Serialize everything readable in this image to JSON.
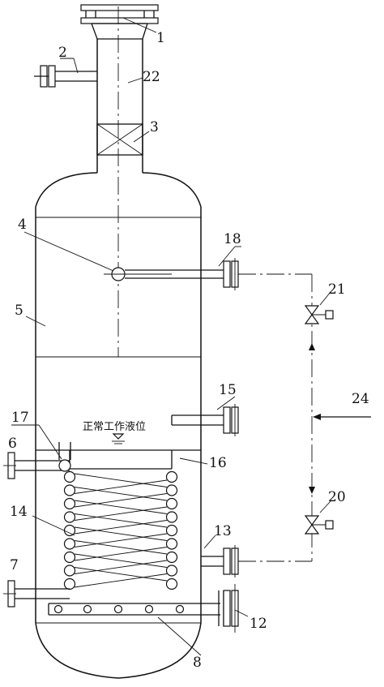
{
  "labels": {
    "l1": "1",
    "l2": "2",
    "l3": "3",
    "l4": "4",
    "l5": "5",
    "l6": "6",
    "l7": "7",
    "l8": "8",
    "l12": "12",
    "l13": "13",
    "l14": "14",
    "l15": "15",
    "l16": "16",
    "l17": "17",
    "l18": "18",
    "l20": "20",
    "l21": "21",
    "l22": "22",
    "l24": "24"
  },
  "annotation": {
    "liquid_level": "正常工作液位"
  }
}
